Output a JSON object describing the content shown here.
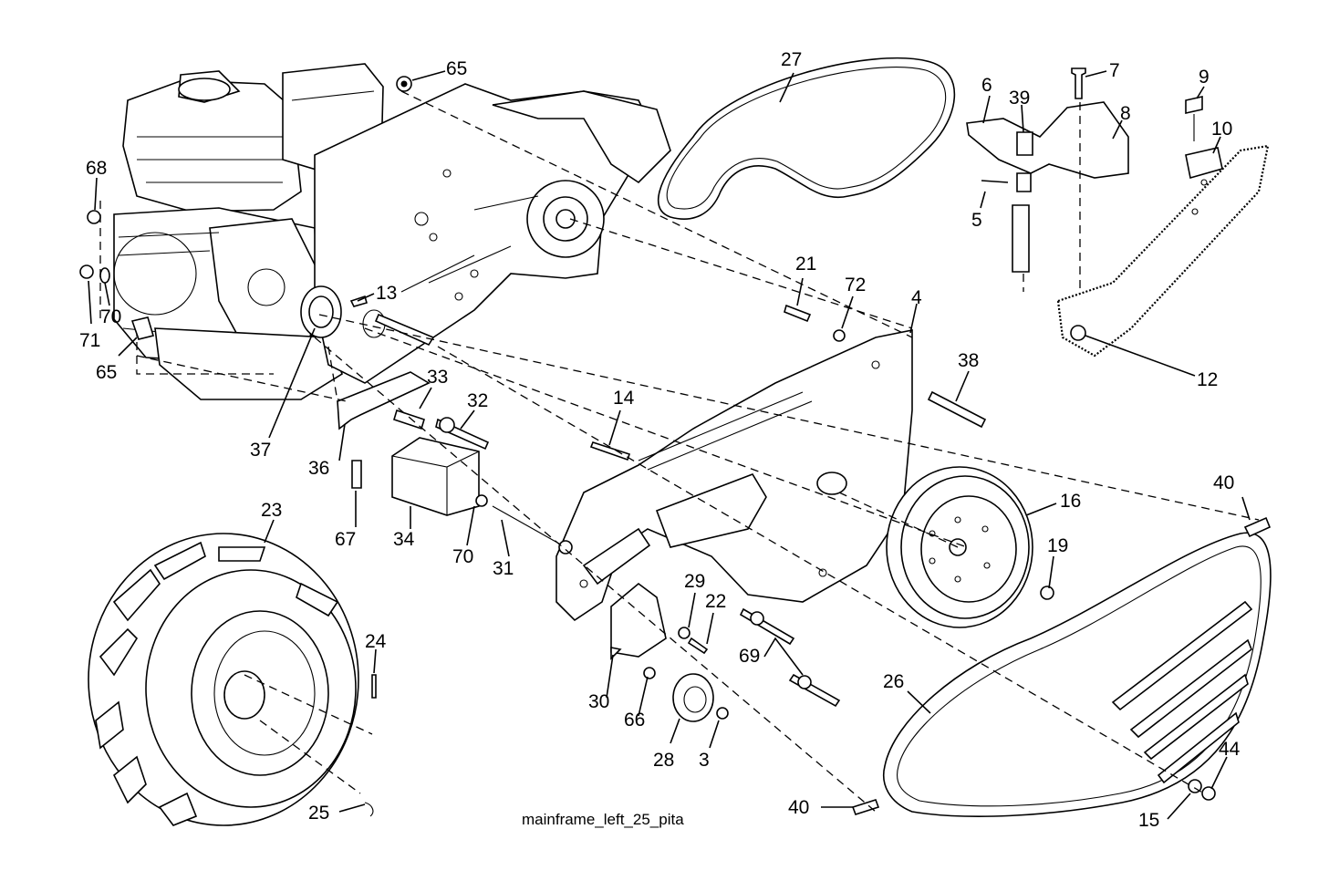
{
  "diagram": {
    "caption": "mainframe_left_25_pita",
    "callouts": [
      "65",
      "27",
      "6",
      "39",
      "7",
      "8",
      "9",
      "10",
      "68",
      "5",
      "21",
      "72",
      "4",
      "13",
      "70",
      "71",
      "65",
      "12",
      "38",
      "33",
      "32",
      "14",
      "37",
      "36",
      "16",
      "40",
      "67",
      "34",
      "70",
      "31",
      "19",
      "23",
      "29",
      "22",
      "24",
      "69",
      "26",
      "30",
      "66",
      "28",
      "3",
      "44",
      "25",
      "40",
      "15"
    ]
  }
}
